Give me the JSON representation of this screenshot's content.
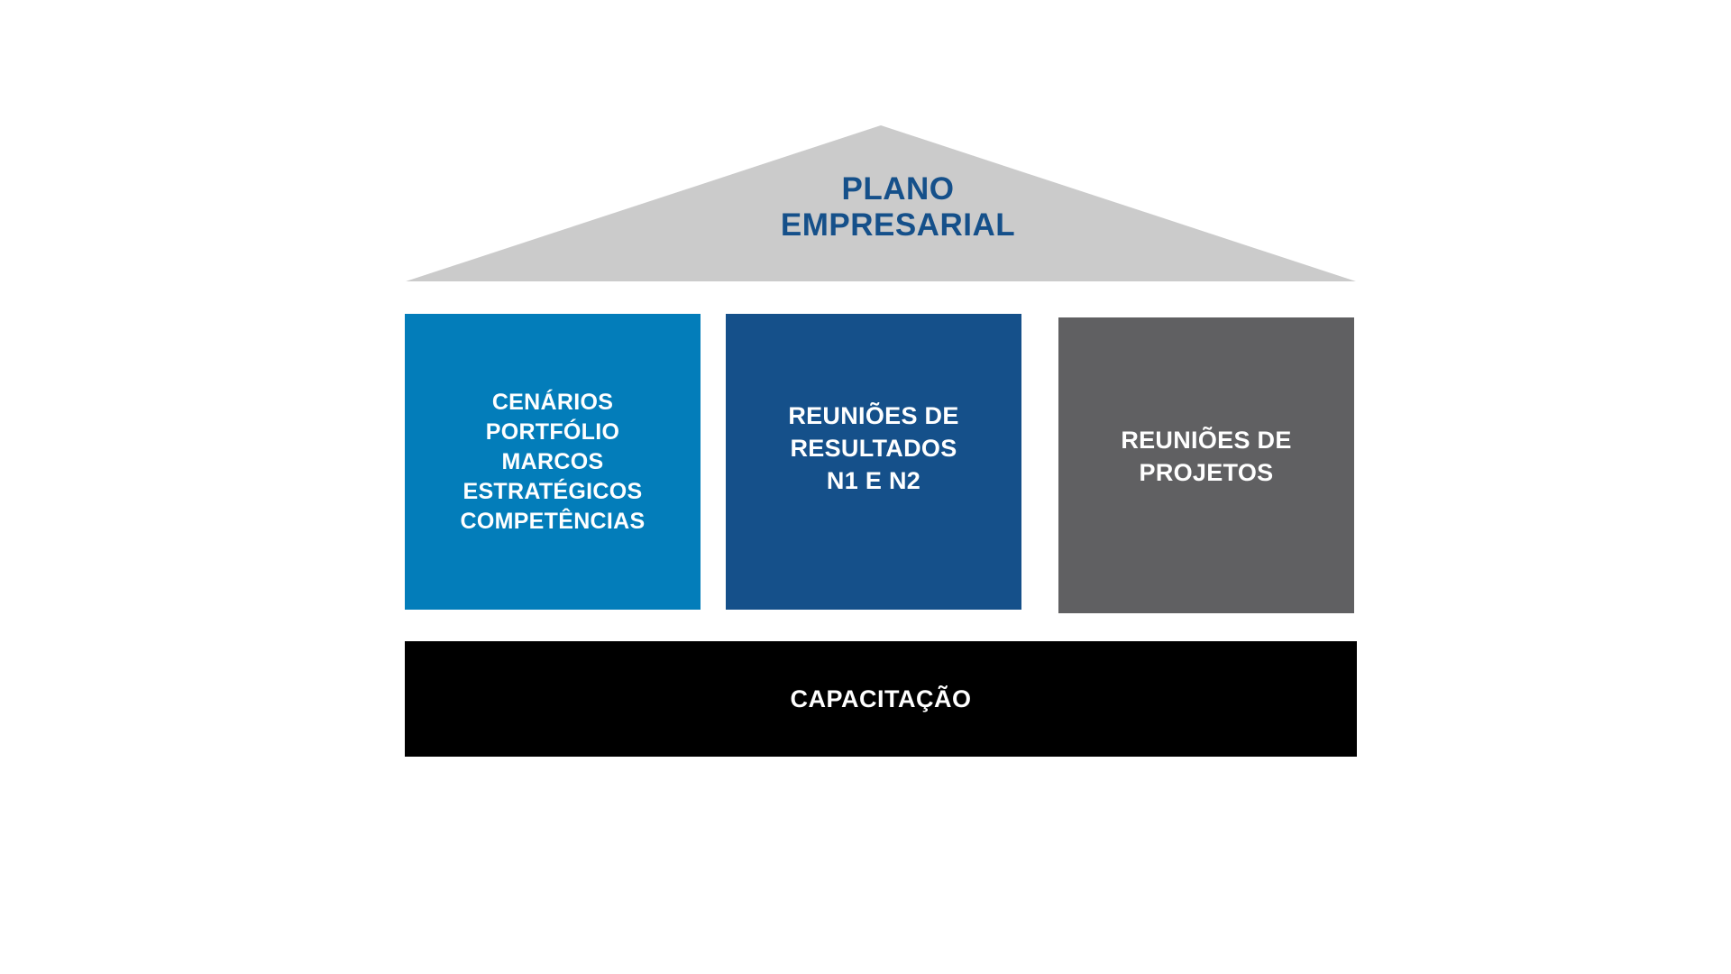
{
  "roof": {
    "lines": [
      "PLANO",
      "EMPRESARIAL"
    ],
    "fill": "#cbcbcb",
    "text_color": "#15508a"
  },
  "pillars": [
    {
      "lines": [
        "CENÁRIOS",
        "PORTFÓLIO",
        "MARCOS",
        "ESTRATÉGICOS",
        "COMPETÊNCIAS"
      ],
      "color": "#037dba"
    },
    {
      "lines": [
        "REUNIÕES DE",
        "RESULTADOS",
        "N1 E N2"
      ],
      "color": "#15508a"
    },
    {
      "lines": [
        "REUNIÕES DE",
        "PROJETOS"
      ],
      "color": "#606062"
    }
  ],
  "base": {
    "label": "CAPACITAÇÃO",
    "color": "#000000"
  }
}
